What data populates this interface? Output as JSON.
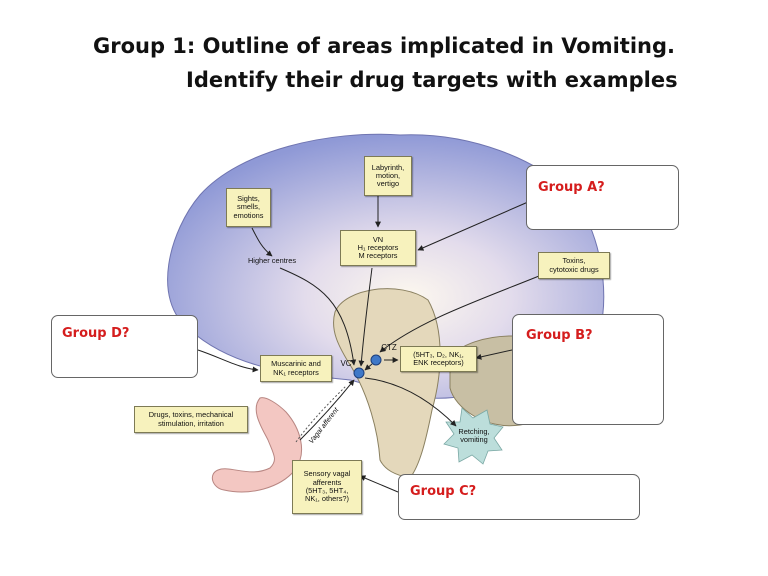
{
  "title": {
    "line1": "Group 1: Outline of areas implicated in Vomiting.",
    "line2": "Identify their drug targets with examples"
  },
  "figure": {
    "sights": "Sights,\nsmells,\nemotions",
    "labyrinth": "Labyrinth,\nmotion,\nvertigo",
    "higher_centres": "Higher centres",
    "vn": "VN\nH₁ receptors\nM receptors",
    "toxins": "Toxins,\ncytotoxic drugs",
    "ctz": "CTZ",
    "ctz_receptors": "(5HT₃, D₂, NK₁,\nENK receptors)",
    "vc": "VC",
    "muscarinic": "Muscarinic and\nNK₁ receptors",
    "drugs_mech": "Drugs, toxins, mechanical\nstimulation, irritation",
    "vagal_afferent": "Vagal afferent",
    "sensory_vagal": "Sensory vagal\nafferents\n(5HT₃, 5HT₄,\nNK₁, others?)",
    "retching": "Retching,\nvomiting"
  },
  "groups": {
    "a": "Group A?",
    "b": "Group B?",
    "c": "Group C?",
    "d": "Group D?"
  },
  "colors": {
    "group_label": "#d51d1d",
    "brain_fill": "#b9bfe4",
    "label_box": "#f7f2bd"
  }
}
